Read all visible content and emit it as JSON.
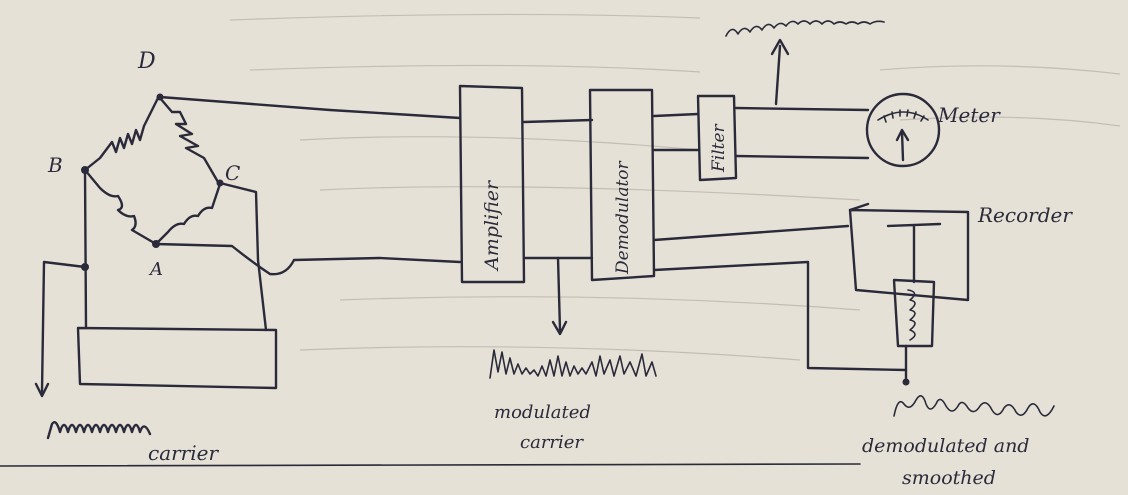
{
  "labels": {
    "node_b": "B",
    "node_d": "D",
    "node_c": "C",
    "node_a": "A",
    "amplifier": "Amplifier",
    "demodulator": "Demodulator",
    "filter": "Filter",
    "meter": "Meter",
    "recorder": "Recorder",
    "carrier": "carrier",
    "modulated_carrier_line1": "modulated",
    "modulated_carrier_line2": "carrier",
    "demod_line1": "demodulated and",
    "demod_line2": "smoothed"
  }
}
